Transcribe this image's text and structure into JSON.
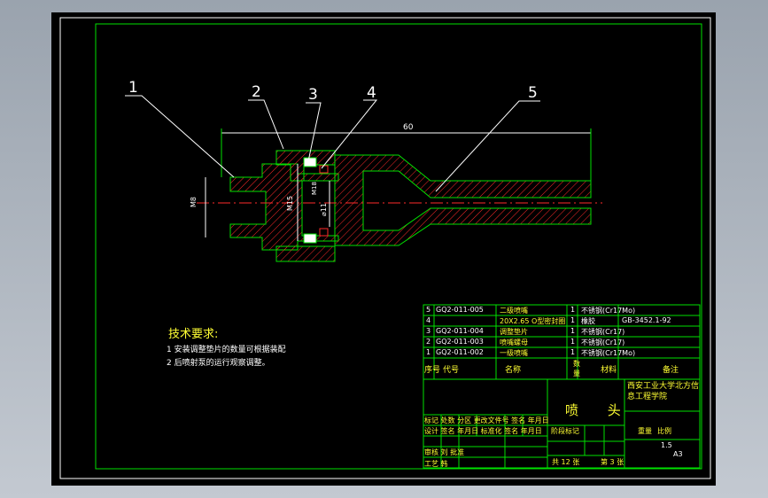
{
  "callouts": [
    "1",
    "2",
    "3",
    "4",
    "5"
  ],
  "dimensions": {
    "length": "60",
    "diameter": "M8",
    "thread": "M15",
    "inner_thread": "M18",
    "bore": "⌀11"
  },
  "tech_requirements": {
    "title": "技术要求:",
    "items": [
      "1 安装调整垫片的数量可根据装配",
      "2 后喷射泵的运行观察调整。"
    ]
  },
  "parts_list": [
    {
      "no": "5",
      "code": "GQ2-011-005",
      "name": "二级喷嘴",
      "qty": "1",
      "material": "不锈钢(Cr17Mo)",
      "note": ""
    },
    {
      "no": "4",
      "code": "",
      "name": "20X2.65 O型密封圈",
      "qty": "1",
      "material": "橡胶",
      "note": "GB-3452.1-92"
    },
    {
      "no": "3",
      "code": "GQ2-011-004",
      "name": "调整垫片",
      "qty": "1",
      "material": "不锈钢(Cr17)",
      "note": ""
    },
    {
      "no": "2",
      "code": "GQ2-011-003",
      "name": "喷嘴螺母",
      "qty": "1",
      "material": "不锈钢(Cr17)",
      "note": ""
    },
    {
      "no": "1",
      "code": "GQ2-011-002",
      "name": "一级喷嘴",
      "qty": "1",
      "material": "不锈钢(Cr17Mo)",
      "note": ""
    }
  ],
  "parts_header": [
    "序号",
    "代号",
    "名称",
    "数量",
    "材料",
    "备注"
  ],
  "title_block": {
    "drawing_name": "喷 头",
    "school": "西安工业大学北方信息工程学院",
    "row_marks": [
      "标记",
      "处数",
      "分区",
      "更改文件号",
      "签名",
      "年月日"
    ],
    "row_design": [
      "设计",
      "签名",
      "年月日",
      "标准化",
      "签名",
      "年月日"
    ],
    "row_review": [
      "审核",
      "刘",
      "批准"
    ],
    "row_process": [
      "工艺",
      "韩"
    ],
    "stage": "阶段标记",
    "weight": "重量",
    "scale": "比例",
    "scale_value": "1.5",
    "sheets_total": "共 12 张",
    "sheet_no": "第 3 张",
    "sheet_size": "A3"
  },
  "colors": {
    "frame": "#00e000",
    "text": "#ffffff",
    "title": "#ffff33",
    "hatch": "#ff2a2a"
  }
}
